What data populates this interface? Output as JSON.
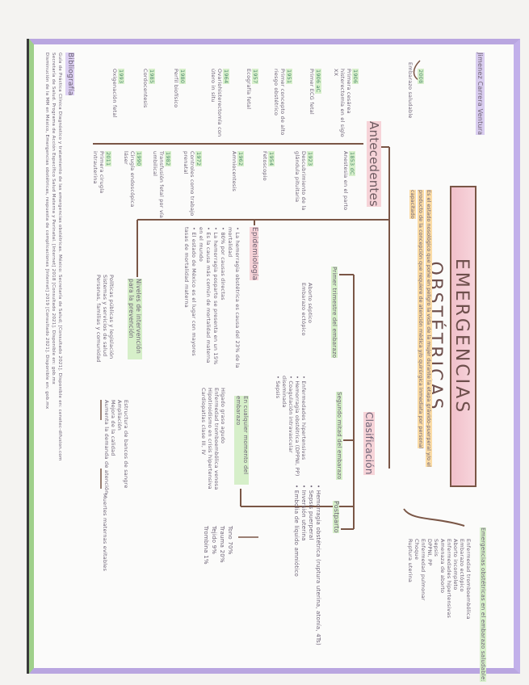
{
  "author": "Jimenez Carrera Ventura",
  "title": "EMERGENCIAS OBSTÉTRICAS",
  "definition": "Es el estado nosológico que pone en peligro la vida de la mujer durante la etapa grávido-puerperal y/o el producto de la concepción que requiere de atención médica y/o quirúrgica inmediata por personal capacitado",
  "intro": {
    "year": "2008",
    "text": "Embarazo saludable"
  },
  "antecedentes": {
    "label": "Antecedentes",
    "above": [
      {
        "year": "1906",
        "text": "Primera cesárea histerectomía en el siglo XX"
      },
      {
        "year": "1906 aC",
        "text": "Primer ECG fetal"
      },
      {
        "year": "1951",
        "text": "Primer concepto de alto riesgo obstétrico"
      },
      {
        "year": "1957",
        "text": "Ecografía fetal"
      },
      {
        "year": "1964",
        "text": "Ovariohisterectomía con útero in situ"
      },
      {
        "year": "1980",
        "text": "Perfil biofísico"
      },
      {
        "year": "1985",
        "text": "Cordocentesis"
      },
      {
        "year": "1993",
        "text": "Oxigenación fetal"
      }
    ],
    "below": [
      {
        "year": "1853 dC",
        "text": "Anestesia en el parto"
      },
      {
        "year": "1923",
        "text": "Descubrimiento de la glándula pituitaria"
      },
      {
        "year": "1954",
        "text": "Fetoscopio"
      },
      {
        "year": "1962",
        "text": "Amniocentesis"
      },
      {
        "year": "1972",
        "text": "Controles como trabajo prenatal"
      },
      {
        "year": "1982",
        "text": "Transfusión fetal por vía umbilical"
      },
      {
        "year": "1990",
        "text": "Cirugía endoscópica láser"
      },
      {
        "year": "2011",
        "text": "Primera cirugía intrauterina"
      }
    ]
  },
  "epidemiologia": {
    "label": "Epidemiología",
    "bullets": [
      "La hemorragia obstétrica es causa del 23% de la mortalidad",
      "80% por causas directas",
      "La hemorragia posparto se presenta en un 15%",
      "Es la causa más común de mortalidad materna en el mundo",
      "El estado de México es el lugar con mayores tasas de mortalidad materna"
    ]
  },
  "niveles": {
    "label": "Niveles de intervención para la prevención",
    "items": [
      "Políticas públicas y legislación",
      "Sistemas y servicios de salud",
      "Personas, familias y comunidad"
    ],
    "results": [
      "Estructura de bancos de sangre",
      "Ampliación",
      "Mejora de la calidad",
      "Aumenta la demanda de atención"
    ],
    "outcome": "Muertes maternas evitables"
  },
  "clasificacion": {
    "label": "Clasificación",
    "primer": {
      "label": "Primer trimestre del embarazo",
      "items": [
        "Aborto séptico",
        "Embarazo ectópico"
      ]
    },
    "segundo": {
      "label": "Segundo mitad del embarazo",
      "items": [
        "Enfermedades hipertensivas",
        "Hemorragia obstétrica (DPPNI, PP)",
        "Coagulación intravascular diseminada",
        "Sepsis"
      ]
    },
    "cualquier": {
      "label": "En cualquier momento del embarazo",
      "items": [
        "Hígado graso agudo",
        "Enfermedad tromboembólica venosa",
        "Hipotiroidismo en crisis hipertensiva",
        "Cardiopatías clase III, IV"
      ]
    },
    "postparto": {
      "label": "Postparto",
      "items": [
        "Hemorragia obstétrica (ruptura uterina, atonía, 4Ts)",
        "Sepsis puerperal",
        "Inversión uterina",
        "Embolia de líquido amniótico"
      ],
      "causes": [
        "Tono 70%",
        "Trauma 20%",
        "Tejido 9%",
        "Trombina 1%"
      ]
    }
  },
  "saludable": {
    "label": "Emergencias obstétricas en el embarazo saludable:",
    "items": [
      "Enfermedad tromboembólica",
      "Embarazo ectópico",
      "Aborto incompleto",
      "Enfermedades hipertensivas",
      "Amenaza de aborto",
      "Sepsis",
      "DPPNI, PP",
      "Enfermedad pulmonar",
      "Choque",
      "Ruptura uterina"
    ]
  },
  "bibliografia": {
    "label": "Bibliografía",
    "refs": [
      "Guía de Práctica Clínica Diagnóstico y tratamiento de las emergencias obstétricas. México: Secretaría de Salud; [Consultado 2021]. Disponible en: cenetec-difusion.com",
      "Secretaría de Salud. Programa de Acción Específico Salud Materna y Perinatal. [Internet] 2018 [Consultado 2021]. Disponible en: gob.mx",
      "Disminución de la MM en México, Emergencias obstétricas, respuesta de complicaciones [Internet] 2019 [Consultado 2021]. Disponible en: gob.mx"
    ]
  },
  "colors": {
    "ink": "#7a5646",
    "text": "#6c6275",
    "highlight_green": "#d6efc9",
    "highlight_pink": "#f6d3d8",
    "highlight_orange": "#fbdca6",
    "border_purple": "#b9a6e0"
  }
}
